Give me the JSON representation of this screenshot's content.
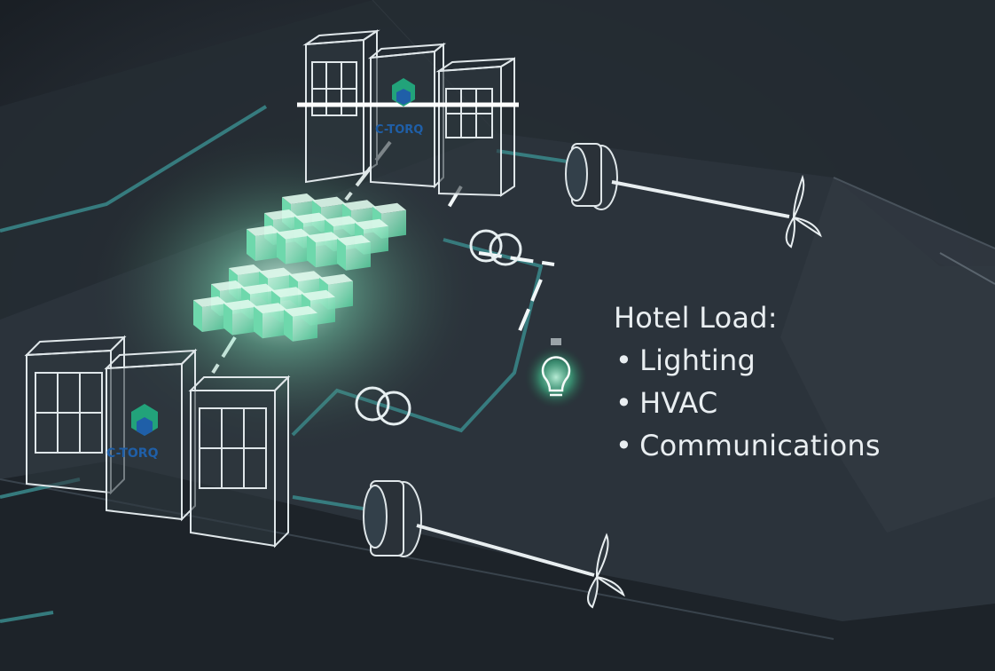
{
  "colors": {
    "background": "#1f252c",
    "deck": "#2a323a",
    "cabinet_line": "#cfd8dc",
    "battery_green": "#5fd3a8",
    "cable_teal": "#3a8a8c",
    "bulb_glow": "#4ad6a0",
    "logo_blue": "#1f5fa8",
    "logo_green": "#22a37a"
  },
  "logo": {
    "name": "C-TORQ"
  },
  "hotel_load": {
    "title": "Hotel Load:",
    "items": [
      {
        "label": "Lighting"
      },
      {
        "label": "HVAC"
      },
      {
        "label": "Communications"
      }
    ]
  },
  "icons": [
    "light-bulb-icon",
    "transformer-icon",
    "propeller-icon",
    "motor-icon",
    "battery-icon",
    "switchboard-icon"
  ]
}
